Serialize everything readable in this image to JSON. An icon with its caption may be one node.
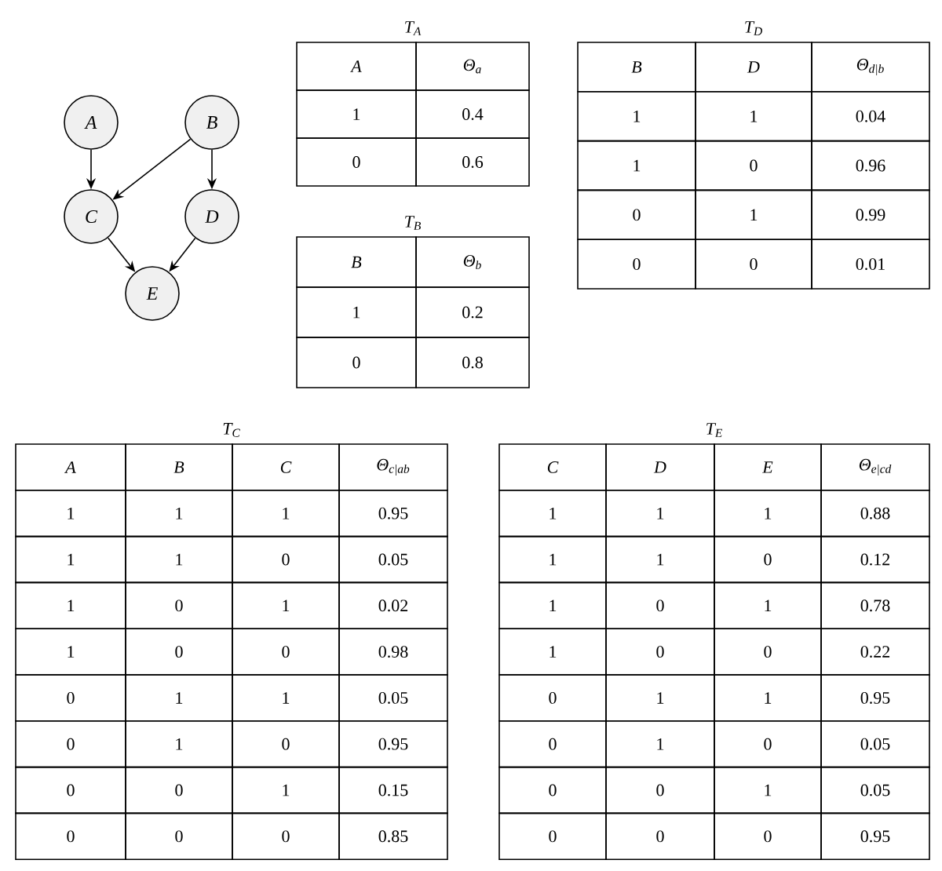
{
  "diagram": {
    "nodes": [
      {
        "text": [
          "A"
        ]
      },
      {
        "text": [
          "B"
        ]
      },
      {
        "text": [
          "C"
        ]
      },
      {
        "text": [
          "D"
        ]
      },
      {
        "text": [
          "E"
        ]
      }
    ],
    "edges": [
      {
        "from": 0,
        "to": 2,
        "arrow": "to"
      },
      {
        "from": 1,
        "to": 2,
        "arrow": "to"
      },
      {
        "from": 1,
        "to": 3,
        "arrow": "to"
      },
      {
        "from": 2,
        "to": 4,
        "arrow": "to"
      },
      {
        "from": 3,
        "to": 4,
        "arrow": "to"
      }
    ],
    "labels": [
      "T$_{A}$",
      "A",
      "Θ$_{a}$",
      "1",
      "0.4",
      "0",
      "0.6",
      "T$_{D}$",
      "B",
      "D",
      "Θ$_{d|b}$",
      "1",
      "1",
      "0.04",
      "1",
      "0",
      "0.96",
      "0",
      "1",
      "0.99",
      "0",
      "0",
      "0.01",
      "T$_{B}$",
      "B",
      "Θ$_{b}$",
      "1",
      "0.2",
      "0",
      "0.8",
      "T$_{C}$",
      "A",
      "B",
      "C",
      "Θ$_{c|ab}$",
      "1",
      "1",
      "1",
      "0.95",
      "1",
      "1",
      "0",
      "0.05",
      "1",
      "0",
      "1",
      "0.02",
      "1",
      "0",
      "0",
      "0.98",
      "0",
      "1",
      "1",
      "0.05",
      "0",
      "1",
      "0",
      "0.95",
      "0",
      "0",
      "1",
      "0.15",
      "0",
      "0",
      "0",
      "0.85",
      "T$_{E}$",
      "C",
      "D",
      "E",
      "Θ$_{e|cd}$",
      "1",
      "1",
      "1",
      "0.88",
      "1",
      "1",
      "0",
      "0.12",
      "1",
      "0",
      "1",
      "0.78",
      "1",
      "0",
      "0",
      "0.22",
      "0",
      "1",
      "1",
      "0.95",
      "0",
      "1",
      "0",
      "0.05",
      "0",
      "0",
      "1",
      "0.05",
      "0",
      "0",
      "0",
      "0.95"
    ]
  }
}
